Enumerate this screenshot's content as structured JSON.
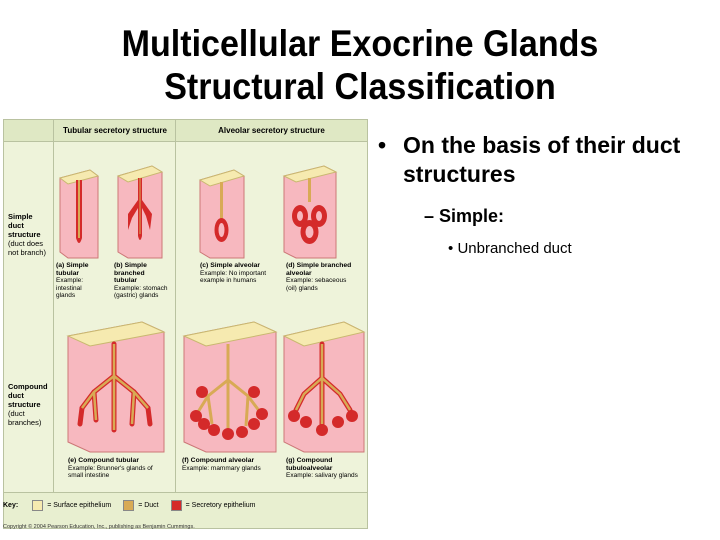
{
  "slide": {
    "title_line1": "Multicellular Exocrine Glands",
    "title_line2": "Structural Classification",
    "bullets": {
      "level1_marker": "•",
      "level1": "On the basis of their duct structures",
      "level2_marker": "–",
      "level2": "Simple:",
      "level3_marker": "•",
      "level3": "Unbranched duct"
    }
  },
  "figure": {
    "col_tubular": "Tubular secretory structure",
    "col_alveolar": "Alveolar secretory structure",
    "row_simple": {
      "l1": "Simple",
      "l2": "duct",
      "l3": "structure",
      "l4": "(duct does",
      "l5": "not branch)"
    },
    "row_compound": {
      "l1": "Compound",
      "l2": "duct",
      "l3": "structure",
      "l4": "(duct",
      "l5": "branches)"
    },
    "glands": {
      "a": {
        "t1": "(a) Simple",
        "t2": "tubular",
        "e1": "Example:",
        "e2": "intestinal",
        "e3": "glands"
      },
      "b": {
        "t1": "(b) Simple",
        "t2": "branched",
        "t3": "tubular",
        "e1": "Example: stomach",
        "e2": "(gastric) glands"
      },
      "c": {
        "t1": "(c) Simple alveolar",
        "e1": "Example: No important",
        "e2": "example in humans"
      },
      "d": {
        "t1": "(d) Simple branched",
        "t2": "alveolar",
        "e1": "Example: sebaceous",
        "e2": "(oil) glands"
      },
      "e": {
        "t1": "(e) Compound tubular",
        "e1": "Example: Brunner's glands of",
        "e2": "small intestine"
      },
      "f": {
        "t1": "(f) Compound alveolar",
        "e1": "Example: mammary glands"
      },
      "g": {
        "t1": "(g) Compound",
        "t2": "tubuloalveolar",
        "e1": "Example: salivary glands"
      }
    },
    "key": {
      "label": "Key:",
      "surface": "= Surface epithelium",
      "duct": "= Duct",
      "secretory": "= Secretory epithelium"
    },
    "copyright": "Copyright © 2004 Pearson Education, Inc., publishing as Benjamin Cummings."
  },
  "colors": {
    "surface": "#f6eab0",
    "duct": "#d8aa55",
    "secretory": "#d42a2a",
    "tissue": "#f7b8bf"
  }
}
